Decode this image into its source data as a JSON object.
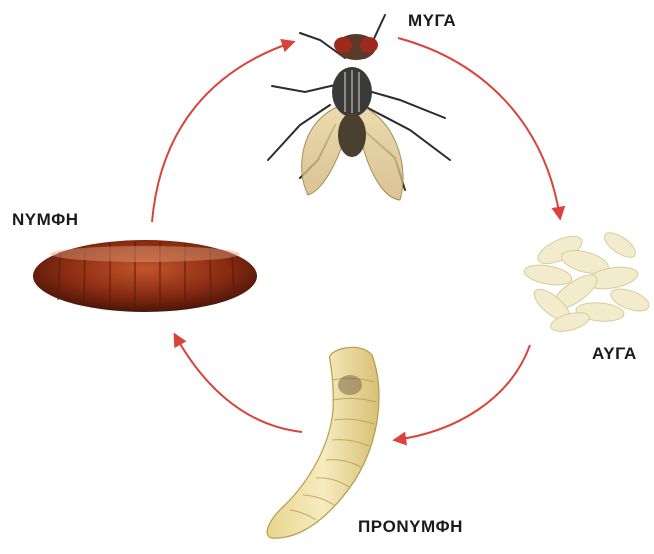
{
  "diagram": {
    "stages": {
      "adult_fly": "ΜΥΓΑ",
      "eggs": "ΑΥΓΑ",
      "larva": "ΠΡΟΝΥΜΦΗ",
      "pupa": "ΝΥΜΦΗ"
    },
    "arrow_color": "#d9433a"
  }
}
